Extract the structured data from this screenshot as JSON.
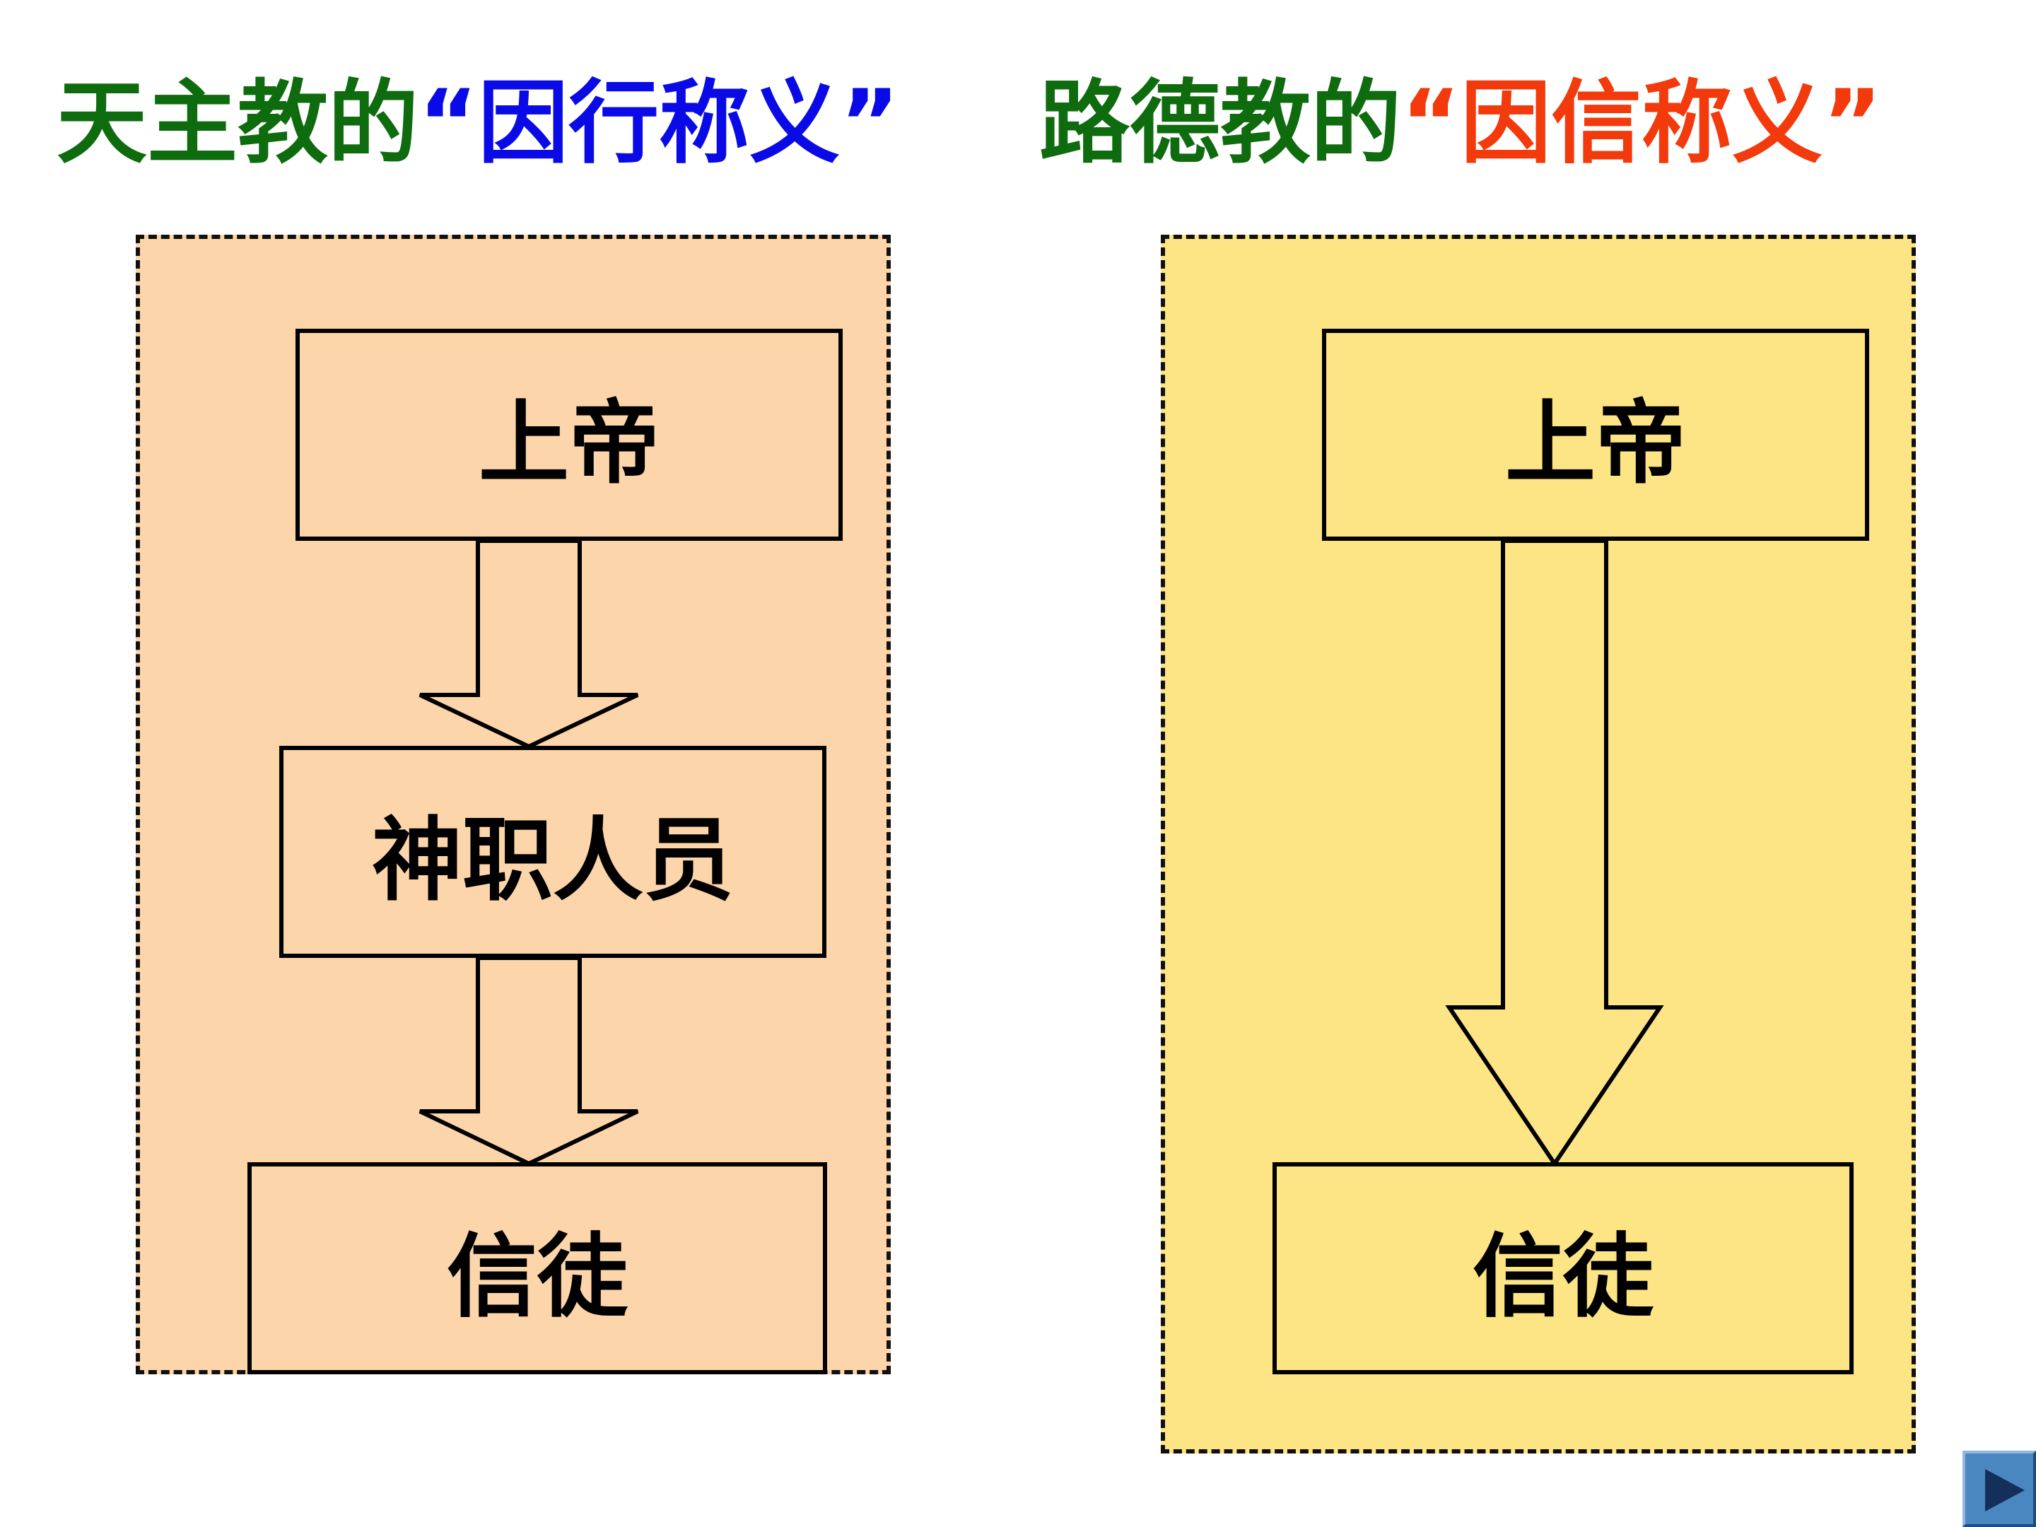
{
  "headings": {
    "left": {
      "prefix": "天主教的",
      "quote_open": "“",
      "term": "因行称义",
      "quote_close": "”"
    },
    "right": {
      "prefix": "路德教的",
      "quote_open": "“",
      "term": "因信称义",
      "quote_close": "”"
    }
  },
  "left_diagram": {
    "nodes": [
      "上帝",
      "神职人员",
      "信徒"
    ]
  },
  "right_diagram": {
    "nodes": [
      "上帝",
      "信徒"
    ]
  },
  "nav": {
    "next_icon": "play-triangle-right"
  },
  "colors": {
    "heading_prefix": "#0e6b0e",
    "left_term": "#0a0ae6",
    "right_term": "#f23a0c",
    "left_panel_bg": "#fdd5aa",
    "right_panel_bg": "#fde484",
    "nav_button": "#4a86c0"
  }
}
